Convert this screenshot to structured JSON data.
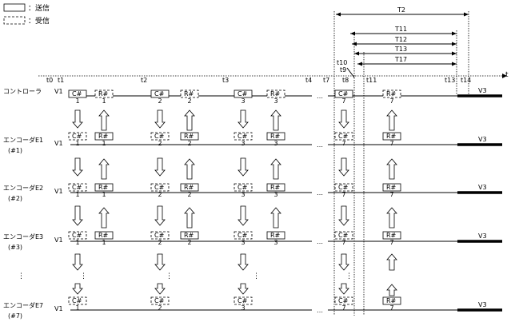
{
  "legend": {
    "send": "：送信",
    "receive": "：受信"
  },
  "axis_label": "t",
  "time_labels": [
    "t0",
    "t1",
    "t2",
    "t3",
    "t4",
    "t7",
    "t8",
    "t11",
    "t13",
    "t14"
  ],
  "t9": "t9",
  "t10": "t10",
  "rows": [
    {
      "name": "コントローラ",
      "sub": "",
      "v1": "V1",
      "v3": "V3"
    },
    {
      "name": "エンコーダE1",
      "sub": "(#1)",
      "v1": "V1",
      "v3": "V3"
    },
    {
      "name": "エンコーダE2",
      "sub": "(#2)",
      "v1": "V1",
      "v3": "V3"
    },
    {
      "name": "エンコーダE3",
      "sub": "(#3)",
      "v1": "V1",
      "v3": "V3"
    },
    {
      "name": "エンコーダE7",
      "sub": "(#7)",
      "v1": "V1",
      "v3": "V3"
    }
  ],
  "intervals": [
    "T2",
    "T11",
    "T12",
    "T13",
    "T17"
  ],
  "ellipsis": "…",
  "vdots": "⋮",
  "cmd_prefix": "C#",
  "resp_prefix": "R#",
  "groups": [
    "1",
    "2",
    "3",
    "7"
  ]
}
